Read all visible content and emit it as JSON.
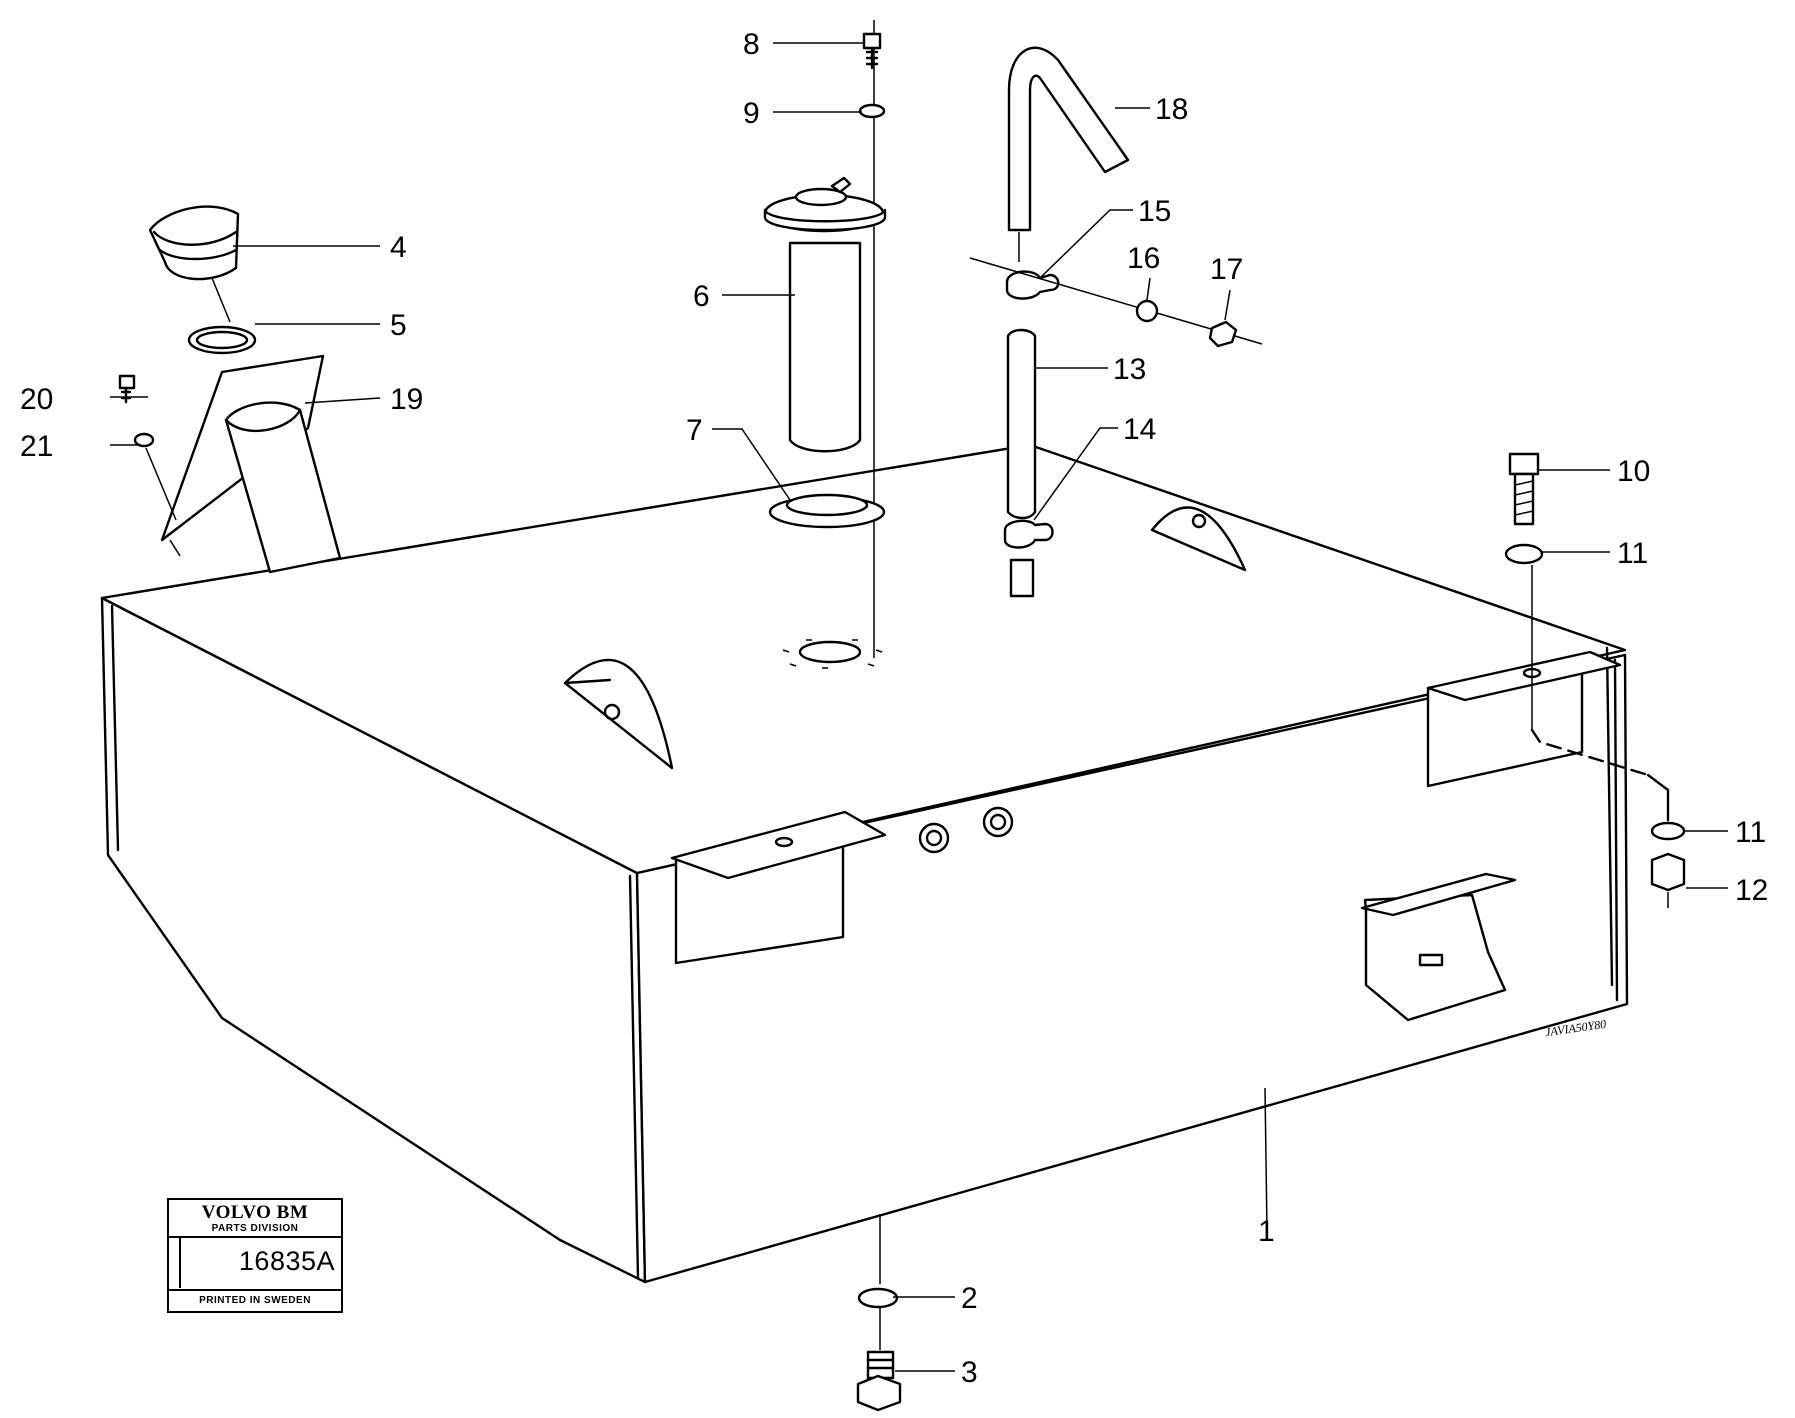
{
  "diagram": {
    "callouts": [
      {
        "id": "1",
        "label": "1"
      },
      {
        "id": "2",
        "label": "2"
      },
      {
        "id": "3",
        "label": "3"
      },
      {
        "id": "4",
        "label": "4"
      },
      {
        "id": "5",
        "label": "5"
      },
      {
        "id": "6",
        "label": "6"
      },
      {
        "id": "7",
        "label": "7"
      },
      {
        "id": "8",
        "label": "8"
      },
      {
        "id": "9",
        "label": "9"
      },
      {
        "id": "10",
        "label": "10"
      },
      {
        "id": "11a",
        "label": "11"
      },
      {
        "id": "11b",
        "label": "11"
      },
      {
        "id": "12",
        "label": "12"
      },
      {
        "id": "13",
        "label": "13"
      },
      {
        "id": "14",
        "label": "14"
      },
      {
        "id": "15",
        "label": "15"
      },
      {
        "id": "16",
        "label": "16"
      },
      {
        "id": "17",
        "label": "17"
      },
      {
        "id": "18",
        "label": "18"
      },
      {
        "id": "19",
        "label": "19"
      },
      {
        "id": "20",
        "label": "20"
      },
      {
        "id": "21",
        "label": "21"
      }
    ],
    "drawing_code": "JAVIA50Y80"
  },
  "stamp": {
    "brand": "VOLVO BM",
    "division": "PARTS DIVISION",
    "number": "16835A",
    "printed": "PRINTED IN SWEDEN"
  }
}
